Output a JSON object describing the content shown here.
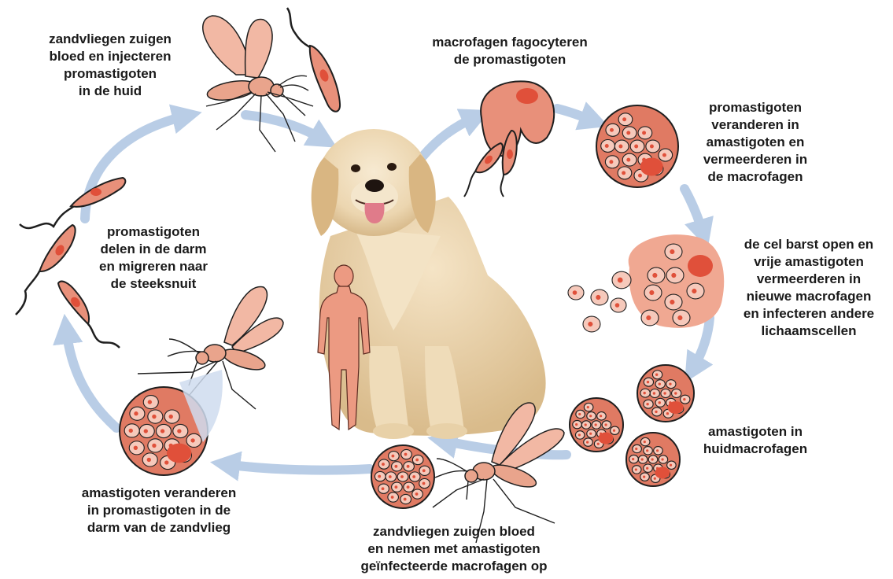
{
  "labels": {
    "sandfly_bite": [
      "zandvliegen zuigen",
      "bloed en injecteren",
      "promastigoten",
      "in de huid"
    ],
    "phagocytose": [
      "macrofagen fagocyteren",
      "de promastigoten"
    ],
    "transform": [
      "promastigoten",
      "veranderen in",
      "amastigoten en",
      "vermeerderen in",
      "de macrofagen"
    ],
    "burst": [
      "de cel barst open en",
      "vrije amastigoten",
      "vermeerderen in",
      "nieuwe macrofagen",
      "en infecteren andere",
      "lichaamscellen"
    ],
    "skin_macrophages": [
      "amastigoten in",
      "huidmacrofagen"
    ],
    "blood_meal": [
      "zandvliegen zuigen bloed",
      "en nemen met amastigoten",
      "geïnfecteerde macrofagen op"
    ],
    "gut_transform": [
      "amastigoten veranderen",
      "in promastigoten in de",
      "darm van de zandvlieg"
    ],
    "divide_migrate": [
      "promastigoten",
      "delen in de darm",
      "en migreren naar",
      "de steeksnuit"
    ]
  },
  "colors": {
    "arrow": "#b9cde6",
    "cell_fill": "#e8907a",
    "cell_outer": "#e07a63",
    "nucleus": "#e0503a",
    "amastigote": "#f6c9bb",
    "outline": "#1f1f1f",
    "human": "#ec9a82",
    "mosquito_body": "#e9a48c",
    "mosquito_wing": "#f2b8a4",
    "dog_fur": "#e8cfa8"
  },
  "icons": [
    "sandfly-icon",
    "promastigote-icon",
    "macrophage-icon",
    "amastigote-icon",
    "dog-icon",
    "human-silhouette-icon",
    "cycle-arrow-icon"
  ]
}
